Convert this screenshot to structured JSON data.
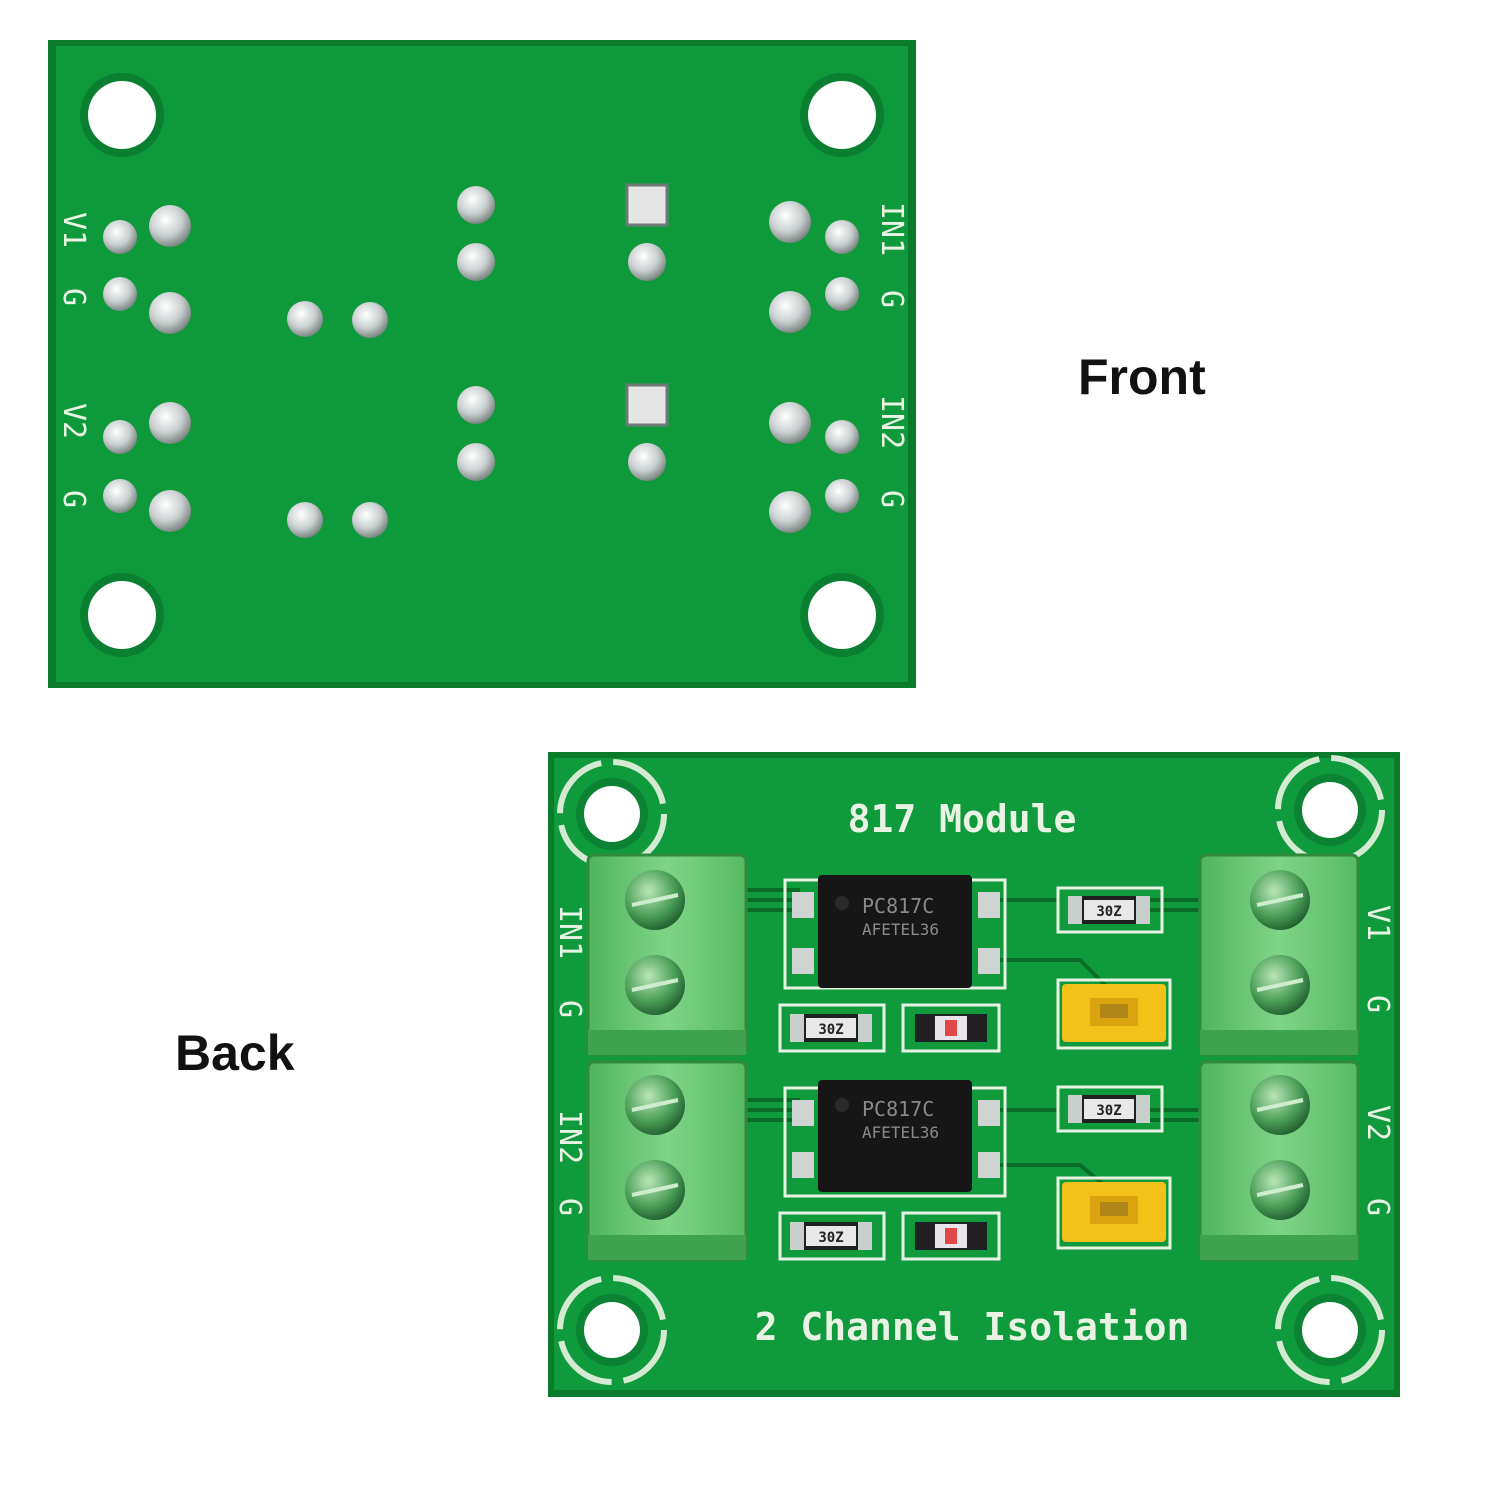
{
  "captions": {
    "front": "Front",
    "back": "Back"
  },
  "board_top": {
    "labels": {
      "v1": "V1",
      "g1": "G",
      "v2": "V2",
      "g2": "G",
      "in1": "IN1",
      "g3": "G",
      "in2": "IN2",
      "g4": "G"
    }
  },
  "board_bottom": {
    "title": "817 Module",
    "footer": "2 Channel Isolation",
    "chip1": {
      "line1": "PC817C",
      "line2": "AFETEL36"
    },
    "chip2": {
      "line1": "PC817C",
      "line2": "AFETEL36"
    },
    "resistor_code": "30Z",
    "labels": {
      "in1": "IN1",
      "g1": "G",
      "in2": "IN2",
      "g2": "G",
      "v1": "V1",
      "g3": "G",
      "v2": "V2",
      "g4": "G"
    }
  },
  "colors": {
    "pcb": "#0f9a3c",
    "terminal": "#5fc46a",
    "jumper": "#f2c21a",
    "chip": "#161616"
  }
}
